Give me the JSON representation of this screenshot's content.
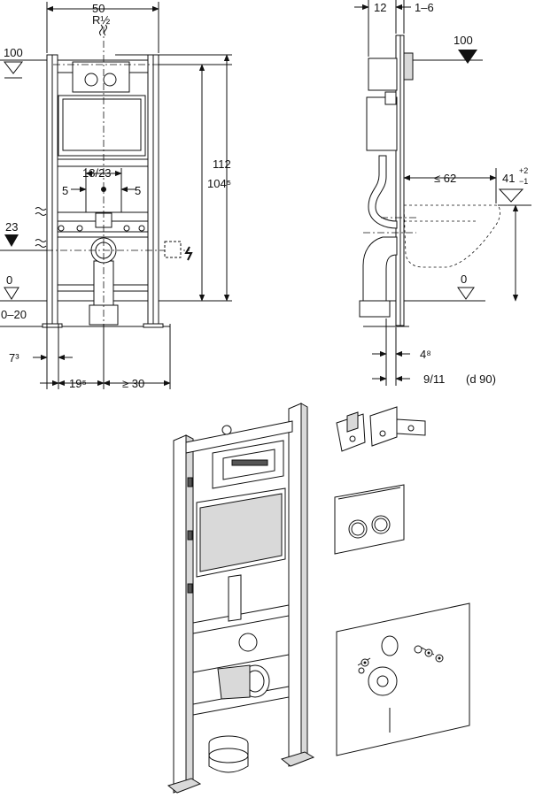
{
  "front_view": {
    "width_label": "50",
    "connection_label": "R½",
    "height_total_label": "112",
    "height_sub_label": "104⁵",
    "spacing_label": "18/23",
    "left_offset_label": "5",
    "right_offset_label": "5",
    "level_100_label": "100",
    "level_23_label": "23",
    "level_0_label": "0",
    "floor_range_label": "0–20",
    "dim_7_label": "7³",
    "dim_19_label": "19⁵",
    "dim_30_label": "≥ 30"
  },
  "side_view": {
    "depth_12_label": "12",
    "depth_range_label": "1–6",
    "level_100_label": "100",
    "reach_label": "≤ 62",
    "height_41_label": "41",
    "tol_plus_label": "+2",
    "tol_minus_label": "−1",
    "level_0_label": "0",
    "dim_4_label": "4⁸",
    "dim_9_label": "9/11",
    "pipe_label": "(d 90)"
  },
  "icons": {
    "water": "water-supply-icon",
    "power": "electrical-supply-icon",
    "level_marker": "level-triangle-icon"
  }
}
